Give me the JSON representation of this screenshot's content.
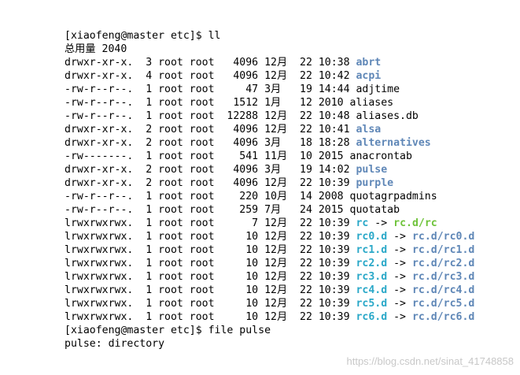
{
  "terminal": {
    "lines": [
      {
        "type": "prompt",
        "text": "[xiaofeng@master etc]$ ll"
      },
      {
        "type": "plain",
        "text": "总用量 2040"
      },
      {
        "type": "entry",
        "prefix": "drwxr-xr-x.  3 root root   4096 12月  22 10:38 ",
        "name": "abrt",
        "kind": "dir"
      },
      {
        "type": "entry",
        "prefix": "drwxr-xr-x.  4 root root   4096 12月  22 10:42 ",
        "name": "acpi",
        "kind": "dir"
      },
      {
        "type": "entry",
        "prefix": "-rw-r--r--.  1 root root     47 3月   19 14:44 ",
        "name": "adjtime",
        "kind": "file"
      },
      {
        "type": "entry",
        "prefix": "-rw-r--r--.  1 root root   1512 1月   12 2010 ",
        "name": "aliases",
        "kind": "file"
      },
      {
        "type": "entry",
        "prefix": "-rw-r--r--.  1 root root  12288 12月  22 10:48 ",
        "name": "aliases.db",
        "kind": "file"
      },
      {
        "type": "entry",
        "prefix": "drwxr-xr-x.  2 root root   4096 12月  22 10:41 ",
        "name": "alsa",
        "kind": "dir"
      },
      {
        "type": "entry",
        "prefix": "drwxr-xr-x.  2 root root   4096 3月   18 18:28 ",
        "name": "alternatives",
        "kind": "dir"
      },
      {
        "type": "entry",
        "prefix": "-rw-------.  1 root root    541 11月  10 2015 ",
        "name": "anacrontab",
        "kind": "file"
      },
      {
        "type": "entry",
        "prefix": "drwxr-xr-x.  2 root root   4096 3月   19 14:02 ",
        "name": "pulse",
        "kind": "dir"
      },
      {
        "type": "entry",
        "prefix": "drwxr-xr-x.  2 root root   4096 12月  22 10:39 ",
        "name": "purple",
        "kind": "dir"
      },
      {
        "type": "entry",
        "prefix": "-rw-r--r--.  1 root root    220 10月  14 2008 ",
        "name": "quotagrpadmins",
        "kind": "file"
      },
      {
        "type": "entry",
        "prefix": "-rw-r--r--.  1 root root    259 7月   24 2015 ",
        "name": "quotatab",
        "kind": "file"
      },
      {
        "type": "symlink",
        "prefix": "lrwxrwxrwx.  1 root root      7 12月  22 10:39 ",
        "name": "rc",
        "arrow": " -> ",
        "target": "rc.d/rc",
        "target_kind": "link"
      },
      {
        "type": "symlink",
        "prefix": "lrwxrwxrwx.  1 root root     10 12月  22 10:39 ",
        "name": "rc0.d",
        "arrow": " -> ",
        "target": "rc.d/rc0.d",
        "target_kind": "dir"
      },
      {
        "type": "symlink",
        "prefix": "lrwxrwxrwx.  1 root root     10 12月  22 10:39 ",
        "name": "rc1.d",
        "arrow": " -> ",
        "target": "rc.d/rc1.d",
        "target_kind": "dir"
      },
      {
        "type": "symlink",
        "prefix": "lrwxrwxrwx.  1 root root     10 12月  22 10:39 ",
        "name": "rc2.d",
        "arrow": " -> ",
        "target": "rc.d/rc2.d",
        "target_kind": "dir"
      },
      {
        "type": "symlink",
        "prefix": "lrwxrwxrwx.  1 root root     10 12月  22 10:39 ",
        "name": "rc3.d",
        "arrow": " -> ",
        "target": "rc.d/rc3.d",
        "target_kind": "dir"
      },
      {
        "type": "symlink",
        "prefix": "lrwxrwxrwx.  1 root root     10 12月  22 10:39 ",
        "name": "rc4.d",
        "arrow": " -> ",
        "target": "rc.d/rc4.d",
        "target_kind": "dir"
      },
      {
        "type": "symlink",
        "prefix": "lrwxrwxrwx.  1 root root     10 12月  22 10:39 ",
        "name": "rc5.d",
        "arrow": " -> ",
        "target": "rc.d/rc5.d",
        "target_kind": "dir"
      },
      {
        "type": "symlink",
        "prefix": "lrwxrwxrwx.  1 root root     10 12月  22 10:39 ",
        "name": "rc6.d",
        "arrow": " -> ",
        "target": "rc.d/rc6.d",
        "target_kind": "dir"
      },
      {
        "type": "prompt",
        "text": "[xiaofeng@master etc]$ file pulse"
      },
      {
        "type": "plain",
        "text": "pulse: directory"
      }
    ]
  },
  "watermark": "https://blog.csdn.net/sinat_41748858",
  "colors": {
    "directory": "#5f87b7",
    "symlink": "#2aa8c8",
    "link_target": "#6fc33b",
    "text": "#000000",
    "background": "#ffffff"
  }
}
